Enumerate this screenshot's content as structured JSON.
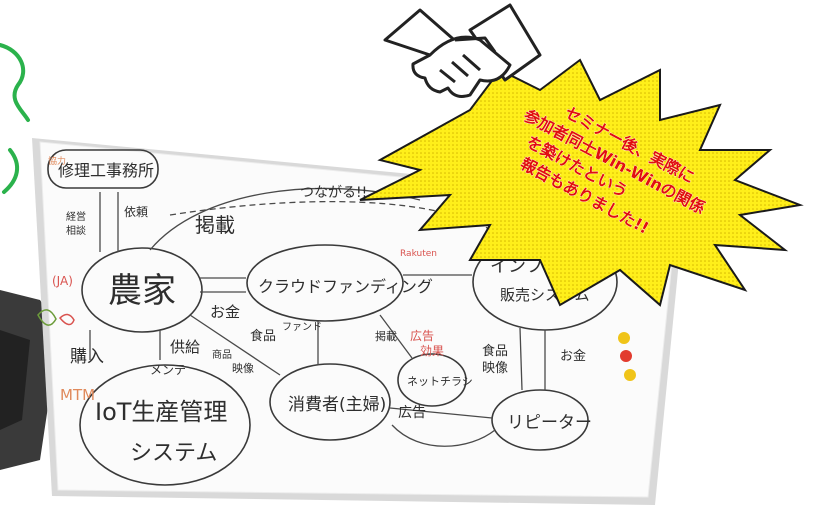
{
  "whiteboard": {
    "nodes": {
      "repair_shop": "修理工事務所",
      "farmer": "農家",
      "crowdfunding": "クラウドファンディング",
      "infra": "インフラ",
      "sales_system": "販売システム",
      "consumer": "消費者(主婦)",
      "iot_line1": "IoT生産管理",
      "iot_line2": "システム",
      "net_flyer": "ネットチラシ",
      "repeater": "リピーター"
    },
    "edge_labels": {
      "consult": "経営",
      "consult2": "相談",
      "request": "依頼",
      "listing": "掲載",
      "money1": "お金",
      "fund": "ファンド",
      "food_video1": "食品",
      "food_video1b": "映像",
      "product": "商品",
      "product2": "映像",
      "supply": "供給",
      "maintenance": "メンテ",
      "purchase": "購入",
      "post": "掲載",
      "ad": "広告",
      "food2": "食品",
      "video2": "映像",
      "money2": "お金",
      "connect": "つながる!!",
      "ja": "(JA)",
      "mtm": "MTM",
      "sub_top": "協力",
      "red_note1": "広告",
      "red_note2": "効果",
      "red_note3": "Rakuten"
    }
  },
  "callout": {
    "line1": "セミナー後、実際に",
    "line2": "参加者同士Win-Winの関係",
    "line3": "を築けたという",
    "line4": "報告もありました!!",
    "text_color": "#e10f0f",
    "burst_color": "#ffe600"
  },
  "icons": [
    "handshake-icon",
    "magnet-icon"
  ]
}
